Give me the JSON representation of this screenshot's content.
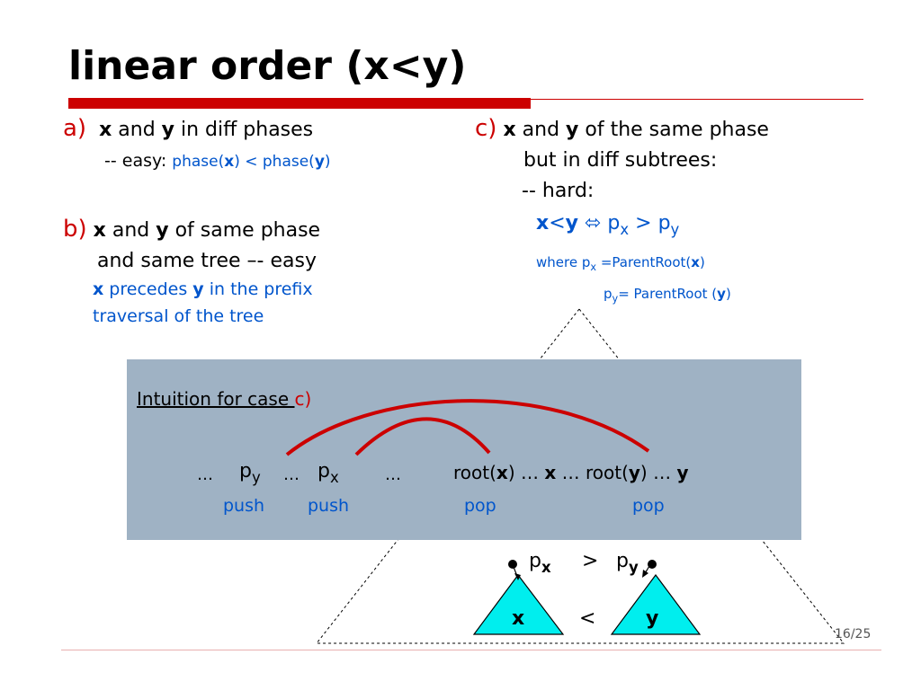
{
  "title": "linear order  (x<y)",
  "case_a": {
    "marker": "a)",
    "x": "x",
    "and": " and ",
    "y": "y",
    "rest": " in diff phases",
    "easy_prefix": "-- easy: ",
    "phase_open": "phase(",
    "phase_x": "x",
    "phase_mid": ") < phase(",
    "phase_y": "y",
    "phase_close": ")"
  },
  "case_b": {
    "marker": "b)",
    "x": "x",
    "and": " and ",
    "y": "y",
    "rest": " of same phase",
    "line2": "and same tree –- easy",
    "prefix_x": "x",
    "prefix_mid": " precedes ",
    "prefix_y": "y",
    "prefix_rest": " in the prefix",
    "line4": "traversal of the tree"
  },
  "case_c": {
    "marker": "c)",
    "x": "x",
    "and": " and ",
    "y": "y",
    "rest": " of the same phase",
    "line2": "but in diff subtrees:",
    "line3": "-- hard:",
    "eq_x": "x",
    "eq_lt": "<",
    "eq_y": "y",
    "eq_iff": " ⬄ ",
    "eq_p1": "p",
    "eq_sub1": "x",
    "eq_gt": " > ",
    "eq_p2": "p",
    "eq_sub2": "y",
    "where_label": "where  ",
    "w1_p": "p",
    "w1_sub": "x",
    "w1_eq": " =ParentRoot(",
    "w1_x": "x",
    "w1_close": ")",
    "w2_p": "p",
    "w2_sub": "y",
    "w2_eq": "= ParentRoot (",
    "w2_y": "y",
    "w2_close": ")"
  },
  "intuition": {
    "label": "Intuition for case ",
    "label_c": "c)",
    "ellipsis1": "…",
    "py_p": "p",
    "py_sub": "y",
    "ellipsis2": "…",
    "px_p": "p",
    "px_sub": "x",
    "ellipsis3": "…",
    "seq_root_open": "root(",
    "seq_root_x": "x",
    "seq_root_mid": ") … ",
    "seq_x": "x",
    "seq_mid2": " … root(",
    "seq_root_y": "y",
    "seq_close": ") …  ",
    "seq_y": "y",
    "push1": "push",
    "push2": "push",
    "pop1": "pop",
    "pop2": "pop"
  },
  "tree": {
    "px_p": "p",
    "px_sub": "x",
    "gt": ">",
    "py_p": "p",
    "py_sub": "y",
    "left_label": "x",
    "lt": "<",
    "right_label": "y",
    "fill_color": "#00eeee"
  },
  "accent_color": "#cc0000",
  "link_color": "#0055cc",
  "page_number": "16/25"
}
